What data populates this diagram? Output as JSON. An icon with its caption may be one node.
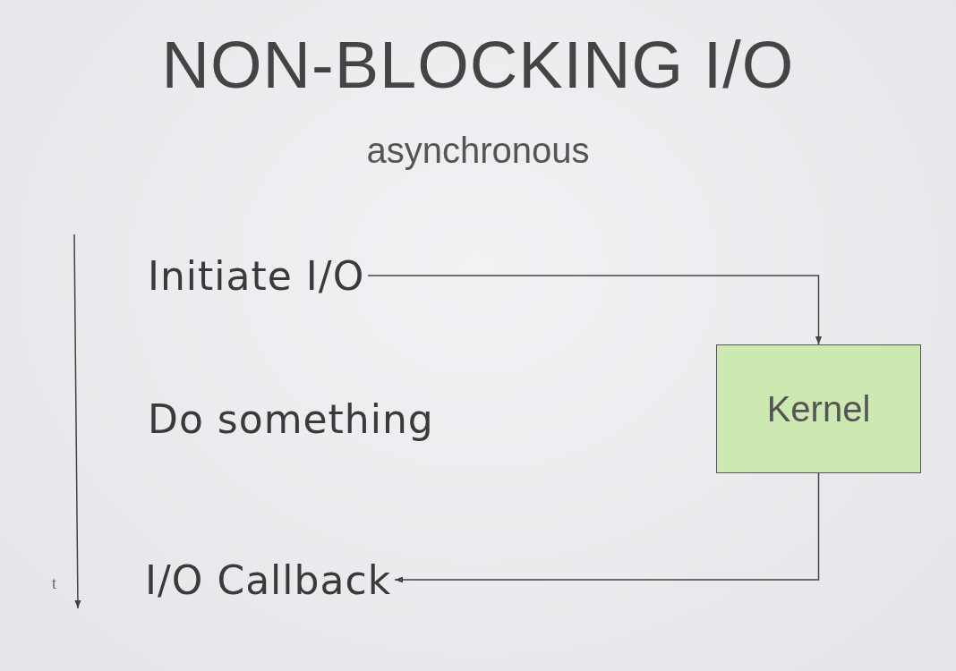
{
  "diagram": {
    "title": "NON-BLOCKING I/O",
    "nodes": [
      {
        "text": [
          "Initiate I/O"
        ]
      },
      {
        "text": [
          "Do something"
        ]
      },
      {
        "text": [
          "Kernel"
        ]
      },
      {
        "text": [
          "I/O Callback"
        ]
      }
    ],
    "edges": [
      {
        "from": 0,
        "to": 2,
        "arrow": "to"
      },
      {
        "from": 2,
        "to": 3,
        "arrow": "to"
      }
    ],
    "labels": [
      "asynchronous",
      "t"
    ]
  }
}
